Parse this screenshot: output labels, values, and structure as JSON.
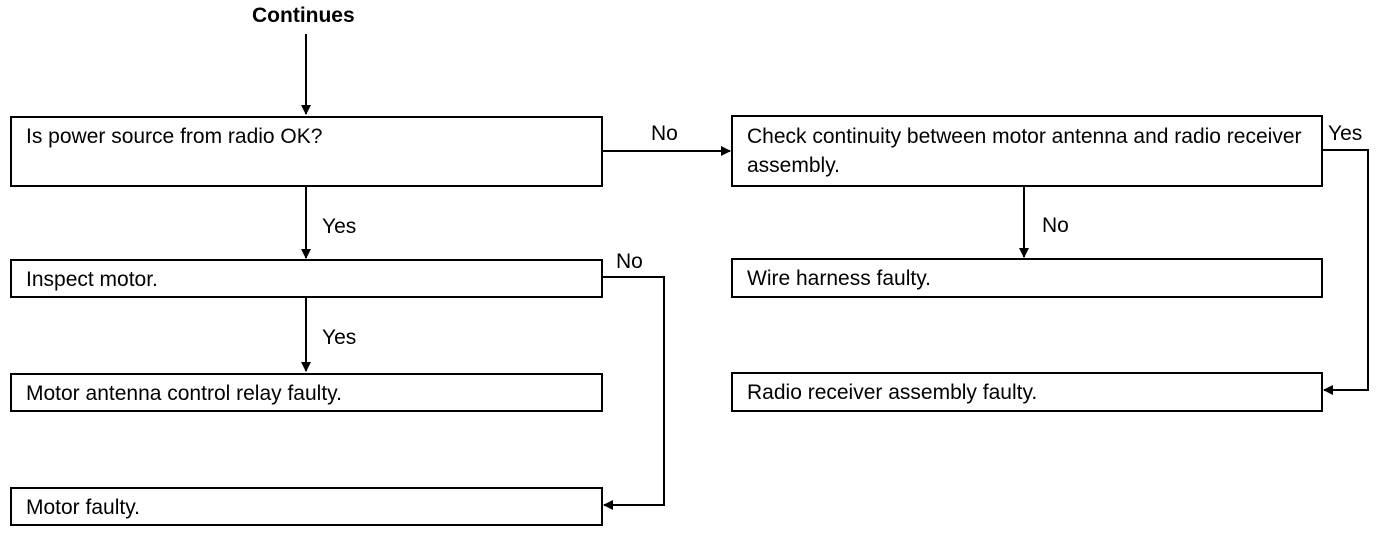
{
  "header": {
    "text": "Continues"
  },
  "boxes": {
    "power_source": "Is power source from radio OK?",
    "inspect_motor": "Inspect motor.",
    "relay_faulty": "Motor antenna control relay faulty.",
    "motor_faulty": "Motor faulty.",
    "check_continuity": "Check continuity between motor antenna and radio receiver assembly.",
    "wire_harness": "Wire harness faulty.",
    "receiver_faulty": "Radio receiver assembly faulty."
  },
  "labels": {
    "power_no": "No",
    "power_yes": "Yes",
    "inspect_yes": "Yes",
    "inspect_no": "No",
    "continuity_no": "No",
    "continuity_yes": "Yes"
  }
}
